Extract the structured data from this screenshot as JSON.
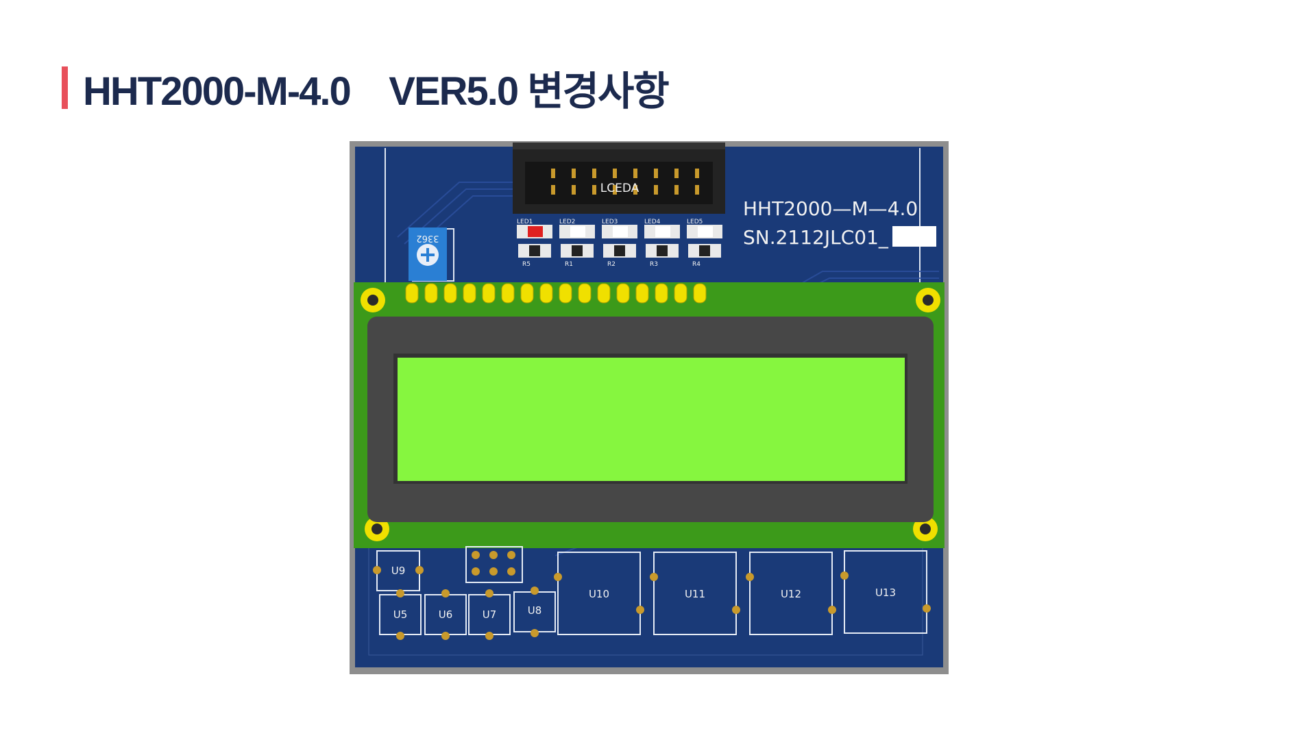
{
  "slide": {
    "title": "HHT2000-M-4.0    VER5.0 변경사항",
    "accent_color": "#e8505b",
    "title_color": "#1c2a4e"
  },
  "pcb": {
    "model_label": "HHT2000—M—4.0",
    "serial_label": "SN.2112JLC01_",
    "connector_label": "LCEDA",
    "pot_label": "3362",
    "led_labels": [
      "LED1",
      "LED2",
      "LED3",
      "LED4",
      "LED5"
    ],
    "resistor_labels": [
      "R5",
      "R1",
      "R2",
      "R3",
      "R4"
    ],
    "small_components": [
      "U9",
      "U5",
      "U6",
      "U7",
      "U8"
    ],
    "large_components": [
      "U10",
      "U11",
      "U12",
      "U13"
    ],
    "board_color": "#1a3a78",
    "lcd_pcb_color": "#3c9a1a",
    "lcd_screen_color": "#86f63f"
  }
}
